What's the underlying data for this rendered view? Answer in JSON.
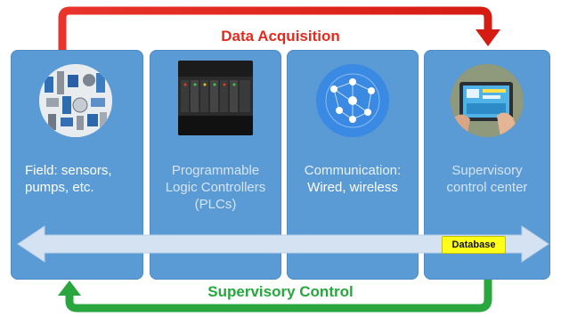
{
  "diagram": {
    "top_flow": {
      "label": "Data Acquisition",
      "color": "#e42a1e"
    },
    "bottom_flow": {
      "label": "Supervisory Control",
      "color": "#25a83c"
    },
    "panel_color": "#5b9bd5",
    "panels": [
      {
        "line1": "Field: sensors,",
        "line2": "pumps, etc.",
        "image": "field-instruments-photo"
      },
      {
        "line1": "Programmable",
        "line2": "Logic Controllers",
        "line3": "(PLCs)",
        "image": "plc-rack-photo"
      },
      {
        "line1": "Communication:",
        "line2": "Wired, wireless",
        "image": "network-globe-icon"
      },
      {
        "line1": "Supervisory",
        "line2": "control center",
        "image": "control-center-touchscreen-photo"
      }
    ],
    "database_label": "Database",
    "bus": {
      "style": "double-headed arrow",
      "color": "#d4e2f1"
    }
  }
}
